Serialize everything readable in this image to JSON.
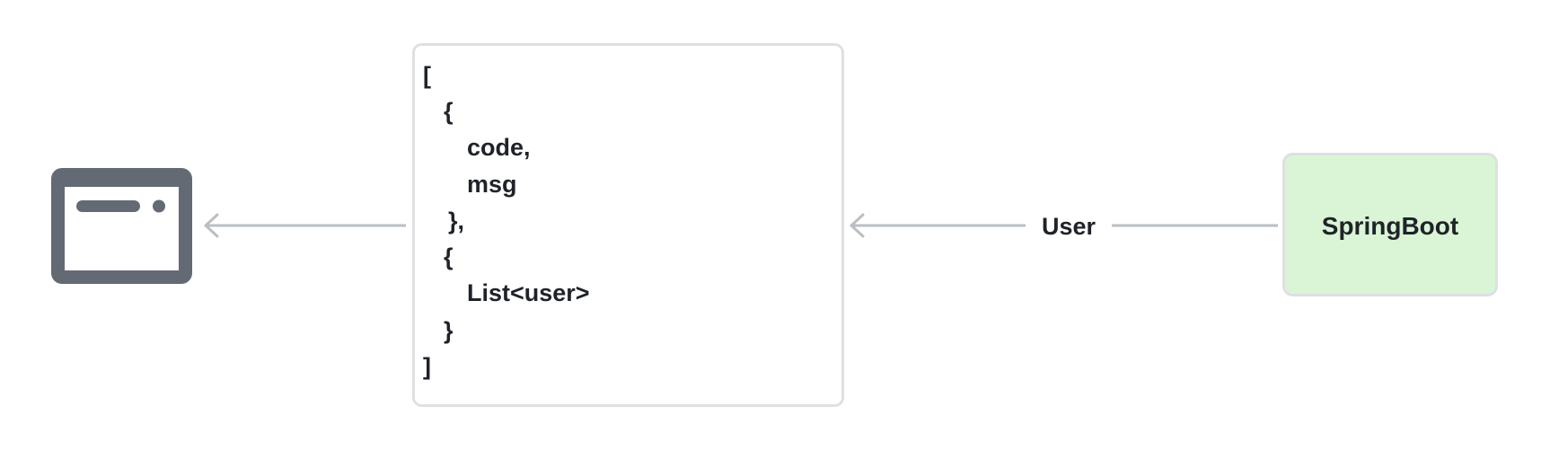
{
  "colors": {
    "icon": "#646a73",
    "edge": "#bbbfc4",
    "box_border": "#dee0e3",
    "springboot_fill": "#d9f5d6",
    "text": "#1f2329"
  },
  "nodes": {
    "client": {
      "icon": "browser-window-icon"
    },
    "response_box": {
      "lines": [
        "[",
        "{",
        "code,",
        "msg",
        "},",
        "{",
        "List<user>",
        "}",
        "]"
      ]
    },
    "springboot": {
      "label": "SpringBoot"
    }
  },
  "edges": {
    "springboot_to_response": {
      "label": "User"
    },
    "response_to_client": {
      "label": ""
    }
  }
}
